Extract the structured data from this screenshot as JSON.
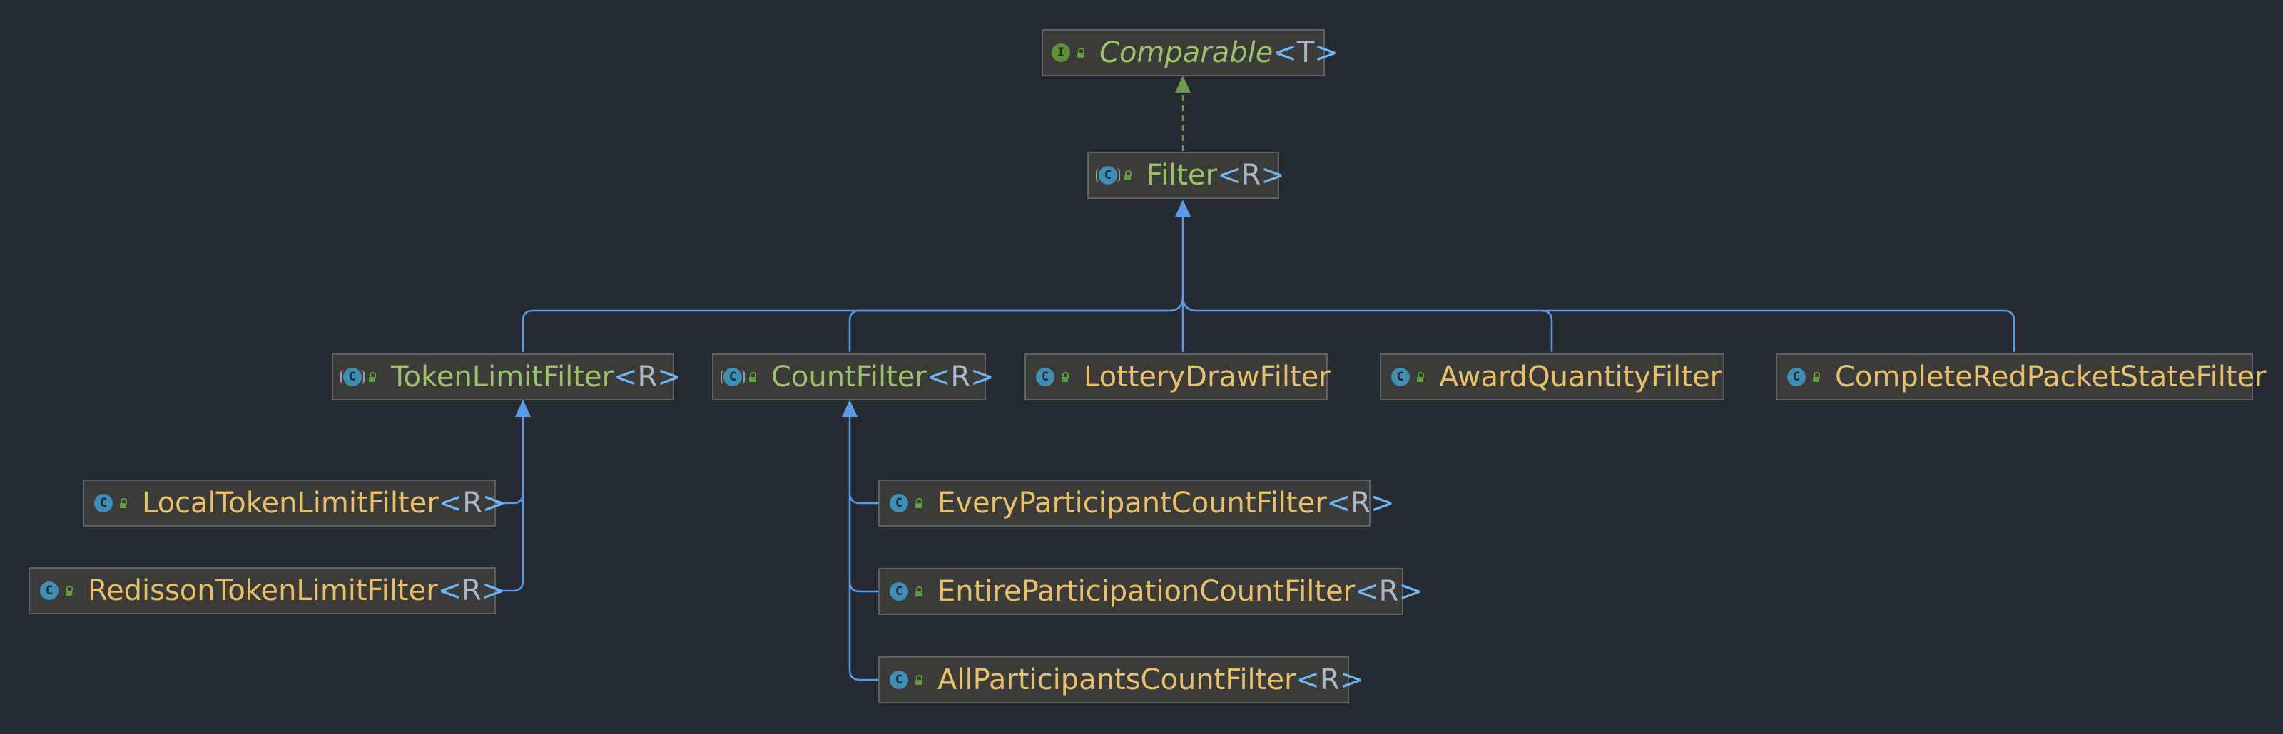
{
  "diagram": {
    "background": "#262a33",
    "colors": {
      "class_name": "#e9c06a",
      "abstract_name": "#9bc26a",
      "interface_name": "#9bc26a",
      "generic_bracket": "#6cb6f5",
      "generic_param": "#a9b7c6",
      "extends_edge": "#5a9be6",
      "implements_edge": "#6a9b4a"
    },
    "nodes": {
      "comparable": {
        "name": "Comparable",
        "param": "T",
        "kind": "interface",
        "icon": "interface-icon"
      },
      "filter": {
        "name": "Filter",
        "param": "R",
        "kind": "abstract",
        "icon": "abstract-class-icon"
      },
      "token_limit_filter": {
        "name": "TokenLimitFilter",
        "param": "R",
        "kind": "abstract",
        "icon": "abstract-class-icon"
      },
      "count_filter": {
        "name": "CountFilter",
        "param": "R",
        "kind": "abstract",
        "icon": "abstract-class-icon"
      },
      "lottery_draw_filter": {
        "name": "LotteryDrawFilter",
        "param": "",
        "kind": "class",
        "icon": "class-icon"
      },
      "award_quantity_filter": {
        "name": "AwardQuantityFilter",
        "param": "",
        "kind": "class",
        "icon": "class-icon"
      },
      "complete_red_packet_state_filter": {
        "name": "CompleteRedPacketStateFilter",
        "param": "",
        "kind": "class",
        "icon": "class-icon"
      },
      "local_token_limit_filter": {
        "name": "LocalTokenLimitFilter",
        "param": "R",
        "kind": "class",
        "icon": "class-icon"
      },
      "redisson_token_limit_filter": {
        "name": "RedissonTokenLimitFilter",
        "param": "R",
        "kind": "class",
        "icon": "class-icon"
      },
      "every_participant_count_filter": {
        "name": "EveryParticipantCountFilter",
        "param": "R",
        "kind": "class",
        "icon": "class-icon"
      },
      "entire_participation_count_filter": {
        "name": "EntireParticipationCountFilter",
        "param": "R",
        "kind": "class",
        "icon": "class-icon"
      },
      "all_participants_count_filter": {
        "name": "AllParticipantsCountFilter",
        "param": "R",
        "kind": "class",
        "icon": "class-icon"
      }
    },
    "edges": [
      {
        "from": "filter",
        "to": "comparable",
        "relation": "implements"
      },
      {
        "from": "token_limit_filter",
        "to": "filter",
        "relation": "extends"
      },
      {
        "from": "count_filter",
        "to": "filter",
        "relation": "extends"
      },
      {
        "from": "lottery_draw_filter",
        "to": "filter",
        "relation": "extends"
      },
      {
        "from": "award_quantity_filter",
        "to": "filter",
        "relation": "extends"
      },
      {
        "from": "complete_red_packet_state_filter",
        "to": "filter",
        "relation": "extends"
      },
      {
        "from": "local_token_limit_filter",
        "to": "token_limit_filter",
        "relation": "extends"
      },
      {
        "from": "redisson_token_limit_filter",
        "to": "token_limit_filter",
        "relation": "extends"
      },
      {
        "from": "every_participant_count_filter",
        "to": "count_filter",
        "relation": "extends"
      },
      {
        "from": "entire_participation_count_filter",
        "to": "count_filter",
        "relation": "extends"
      },
      {
        "from": "all_participants_count_filter",
        "to": "count_filter",
        "relation": "extends"
      }
    ]
  }
}
